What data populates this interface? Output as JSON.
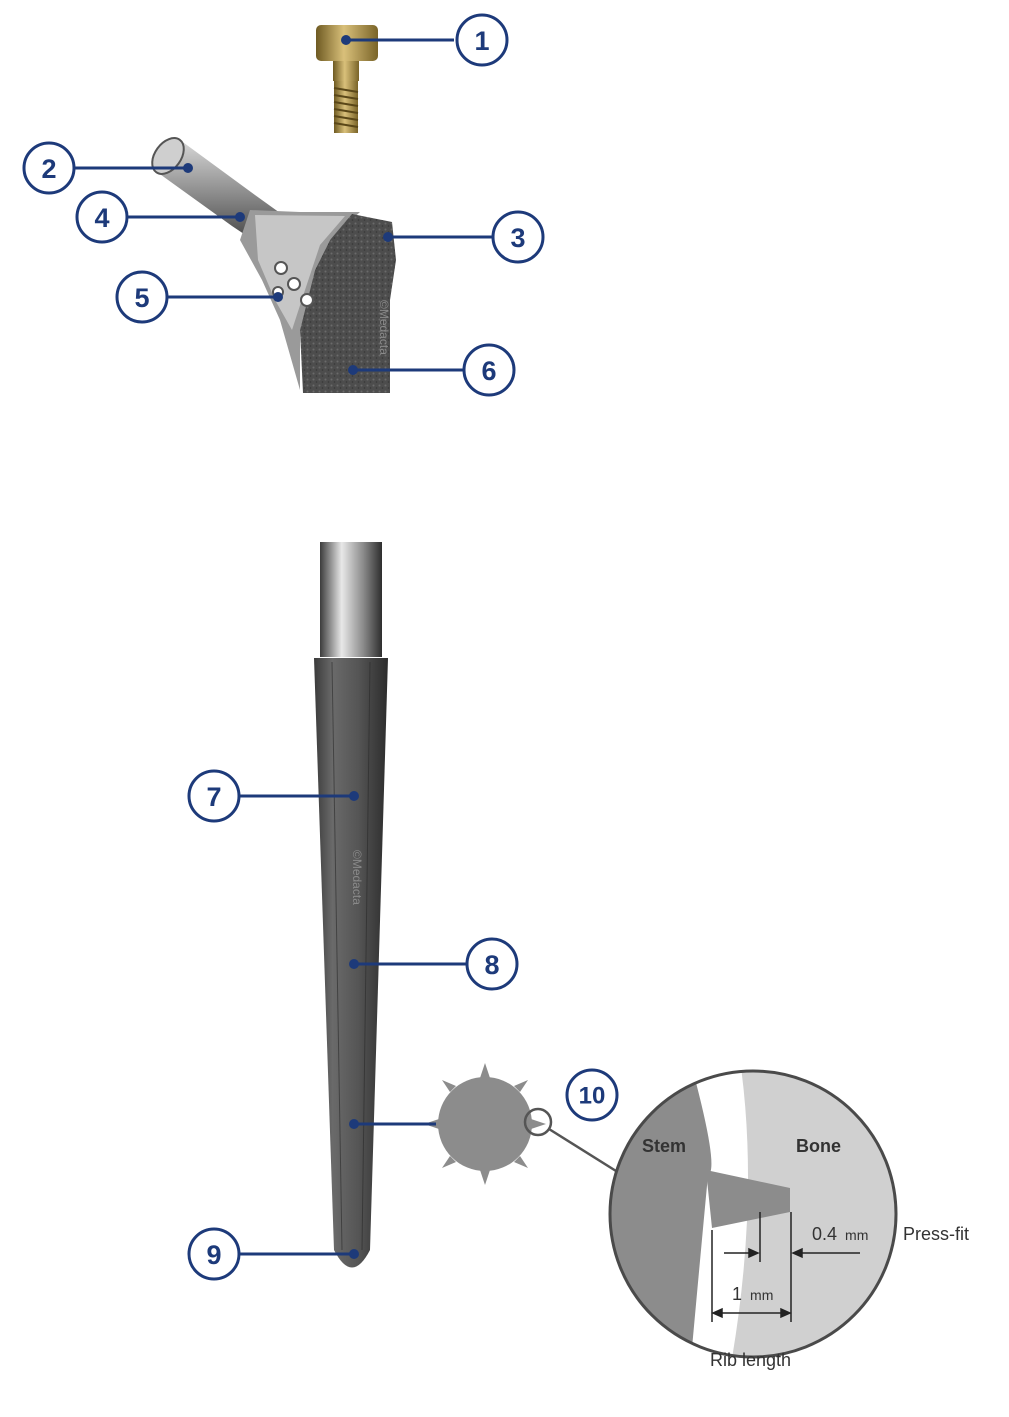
{
  "callouts": [
    "1",
    "2",
    "3",
    "4",
    "5",
    "6",
    "7",
    "8",
    "9",
    "10"
  ],
  "watermarks": {
    "neck": "©Medacta",
    "stem": "©Medacta"
  },
  "zoom": {
    "stem_label": "Stem",
    "bone_label": "Bone",
    "press_fit_value": "0.4",
    "press_fit_unit": "mm",
    "press_fit_label": "Press-fit",
    "rib_value": "1",
    "rib_unit": "mm",
    "rib_label": "Rib length"
  },
  "colors": {
    "callout": "#1d3a7a",
    "stem_grey": "#8c8c8c",
    "bone_grey": "#d0d0d0",
    "brass": "#b59a4e",
    "titanium": "#4a4a4a"
  }
}
